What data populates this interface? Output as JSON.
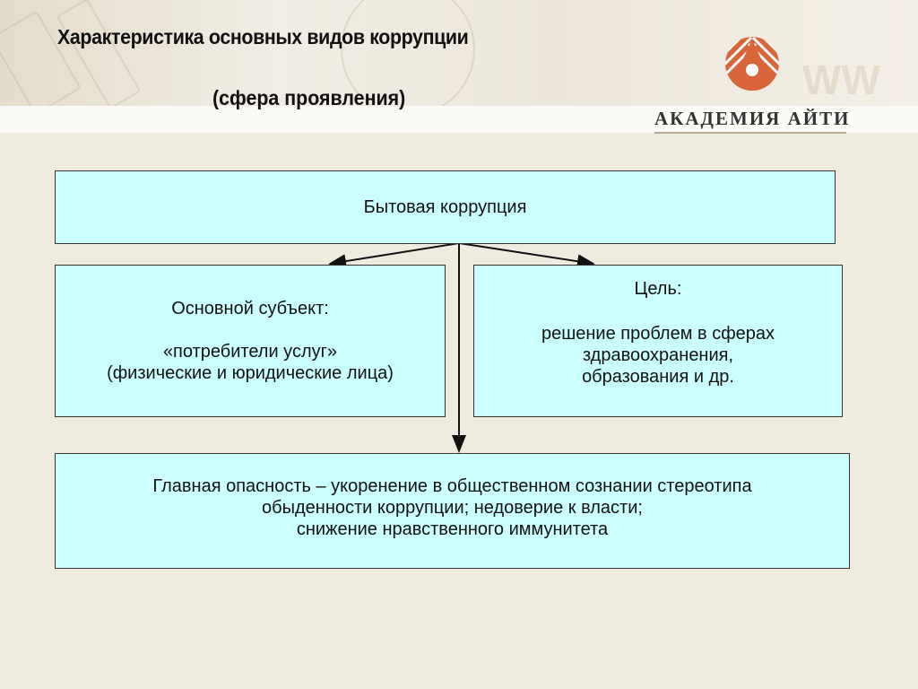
{
  "header": {
    "title": "Характеристика основных видов коррупции",
    "subtitle": "(сфера проявления)",
    "logo_text": "АКАДЕМИЯ   АЙТИ"
  },
  "diagram": {
    "top": "Бытовая коррупция",
    "subject": {
      "label": "Основной субъект:",
      "value": "«потребители услуг»",
      "detail": "(физические и юридические лица)"
    },
    "goal": {
      "label": "Цель:",
      "lines": [
        "решение проблем в сферах",
        "здравоохранения,",
        "образования и др."
      ]
    },
    "danger": {
      "lines": [
        "Главная опасность – укоренение в общественном сознании стереотипа",
        "обыденности коррупции; недоверие к власти;",
        "снижение нравственного иммунитета"
      ]
    }
  },
  "colors": {
    "box": "#ccffff",
    "background": "#efebdf",
    "logo": "#d9653a"
  }
}
